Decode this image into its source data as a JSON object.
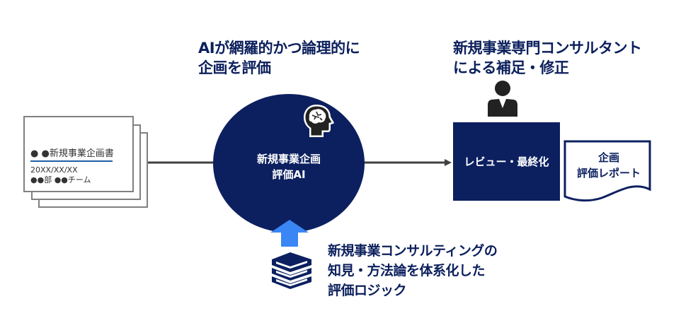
{
  "headings": {
    "ai_line1": "AIが網羅的かつ論理的に",
    "ai_line2": "企画を評価",
    "consultant_line1": "新規事業専門コンサルタント",
    "consultant_line2": "による補足・修正"
  },
  "input_document": {
    "title": "● ●新規事業企画書",
    "date": "20XX/XX/XX",
    "owner": "●●部 ●●チーム"
  },
  "ai_node": {
    "line1": "新規事業企画",
    "line2": "評価AI",
    "icon": "brain-head-icon"
  },
  "review_node": {
    "label": "レビュー・最終化",
    "icon": "consultant-person-icon"
  },
  "output_report": {
    "line1": "企画",
    "line2": "評価レポート"
  },
  "knowledge": {
    "line1": "新規事業コンサルティングの",
    "line2": "知見・方法論を体系化した",
    "line3": "評価ロジック",
    "icon": "books-icon",
    "arrow_icon": "up-arrow-icon"
  },
  "colors": {
    "navy": "#0c2060",
    "arrow_blue": "#3a86f5",
    "connector_gray": "#404040"
  }
}
